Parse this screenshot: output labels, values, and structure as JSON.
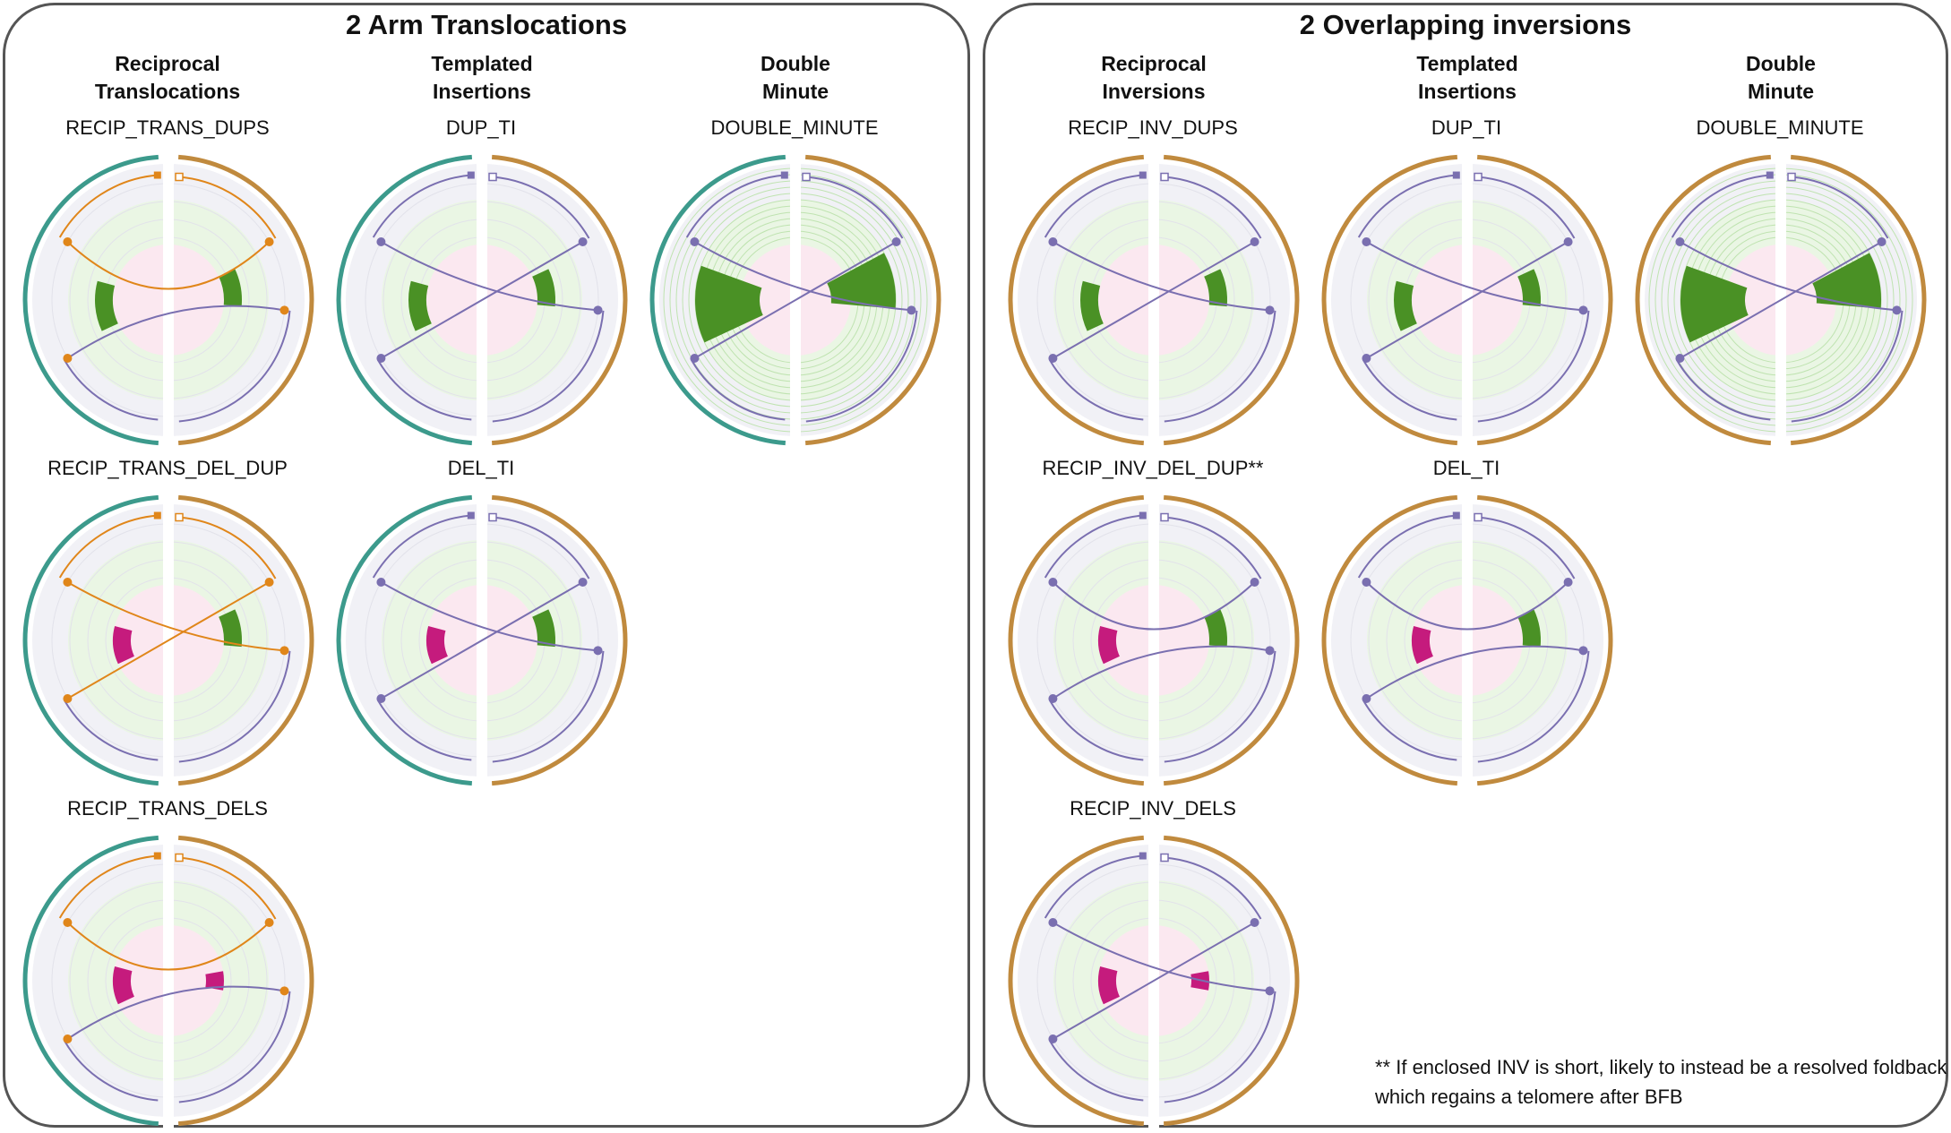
{
  "colors": {
    "chrA": "#3c9a8c",
    "chrB": "#c08a3e",
    "sv_orange": "#e0861a",
    "sv_purple": "#7a6fb0",
    "dup_green": "#4a9125",
    "del_magenta": "#c51b7d",
    "ring_bg": "#f1f1f6",
    "green_zone": "#eaf6e4",
    "pink_zone": "#fbe8f0"
  },
  "panels": [
    {
      "title": "2 Arm Translocations",
      "columns": [
        "Reciprocal\nTranslocations",
        "Templated\nInsertions",
        "Double\nMinute"
      ],
      "diagrams": [
        {
          "label": "RECIP_TRANS_DUPS",
          "row": 0,
          "col": 0,
          "left_chrom": "teal",
          "links": "orange",
          "cn": "dups",
          "cross": false
        },
        {
          "label": "DUP_TI",
          "row": 0,
          "col": 1,
          "left_chrom": "teal",
          "links": "purple",
          "cn": "dups",
          "cross": true
        },
        {
          "label": "DOUBLE_MINUTE",
          "row": 0,
          "col": 2,
          "left_chrom": "teal",
          "links": "purple",
          "cn": "dm",
          "cross": true
        },
        {
          "label": "RECIP_TRANS_DEL_DUP",
          "row": 1,
          "col": 0,
          "left_chrom": "teal",
          "links": "orange",
          "cn": "deldup",
          "cross": true
        },
        {
          "label": "DEL_TI",
          "row": 1,
          "col": 1,
          "left_chrom": "teal",
          "links": "purple",
          "cn": "deldup",
          "cross": true
        },
        {
          "label": "RECIP_TRANS_DELS",
          "row": 2,
          "col": 0,
          "left_chrom": "teal",
          "links": "orange",
          "cn": "dels",
          "cross": false
        }
      ]
    },
    {
      "title": "2 Overlapping  inversions",
      "columns": [
        "Reciprocal\nInversions",
        "Templated\nInsertions",
        "Double\nMinute"
      ],
      "diagrams": [
        {
          "label": "RECIP_INV_DUPS",
          "row": 0,
          "col": 0,
          "left_chrom": "brown",
          "links": "purple",
          "cn": "dups",
          "cross": true
        },
        {
          "label": "DUP_TI",
          "row": 0,
          "col": 1,
          "left_chrom": "brown",
          "links": "purple",
          "cn": "dups",
          "cross": true
        },
        {
          "label": "DOUBLE_MINUTE",
          "row": 0,
          "col": 2,
          "left_chrom": "brown",
          "links": "purple",
          "cn": "dm",
          "cross": true
        },
        {
          "label": "RECIP_INV_DEL_DUP**",
          "row": 1,
          "col": 0,
          "left_chrom": "brown",
          "links": "purple",
          "cn": "deldup",
          "cross": false
        },
        {
          "label": "DEL_TI",
          "row": 1,
          "col": 1,
          "left_chrom": "brown",
          "links": "purple",
          "cn": "deldup",
          "cross": false
        },
        {
          "label": "RECIP_INV_DELS",
          "row": 2,
          "col": 0,
          "left_chrom": "brown",
          "links": "purple",
          "cn": "dels",
          "cross": true
        }
      ],
      "footnote": "** If enclosed INV is short, likely to instead be a resolved foldback which regains a telomere after BFB"
    }
  ]
}
